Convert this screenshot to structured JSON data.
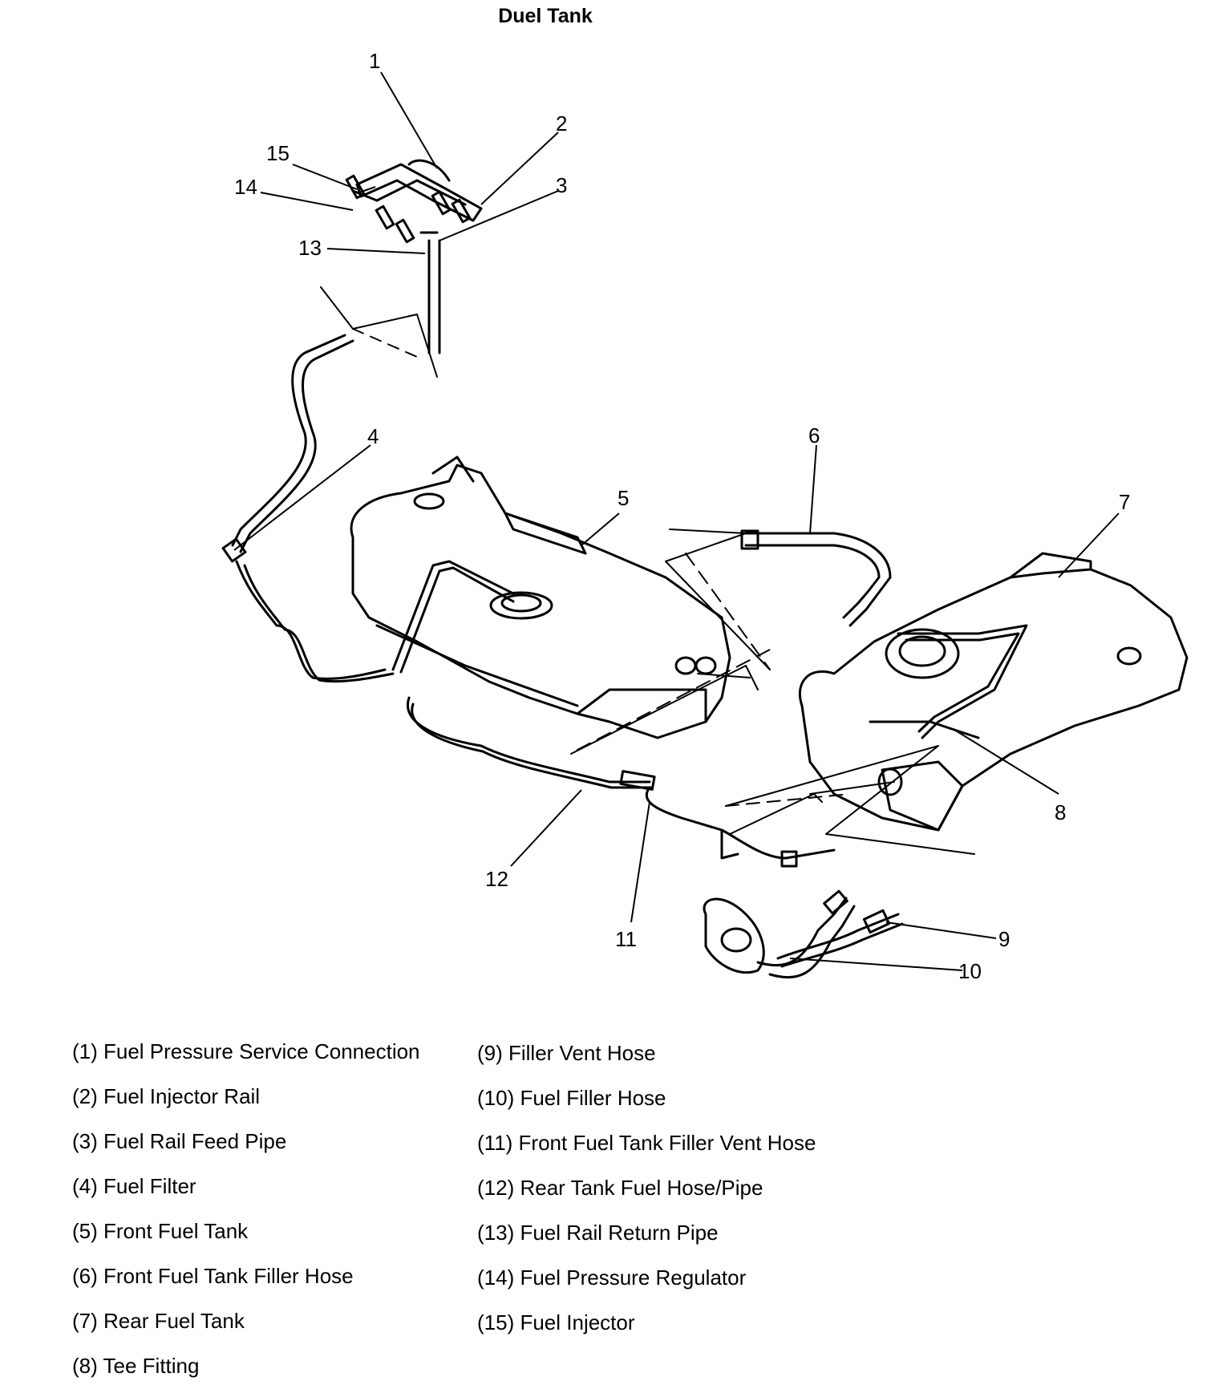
{
  "title": "Duel Tank",
  "callouts": [
    "1",
    "2",
    "3",
    "4",
    "5",
    "6",
    "7",
    "8",
    "9",
    "10",
    "11",
    "12",
    "13",
    "14",
    "15"
  ],
  "legend": {
    "left": [
      "(1) Fuel Pressure Service Connection",
      "(2) Fuel Injector Rail",
      "(3) Fuel Rail Feed Pipe",
      "(4) Fuel Filter",
      "(5) Front Fuel Tank",
      "(6) Front Fuel Tank Filler Hose",
      "(7) Rear Fuel Tank",
      "(8) Tee Fitting"
    ],
    "right": [
      "(9) Filler Vent Hose",
      "(10) Fuel Filler Hose",
      "(11) Front Fuel Tank Filler Vent Hose",
      "(12) Rear Tank Fuel Hose/Pipe",
      "(13) Fuel Rail Return Pipe",
      "(14) Fuel Pressure Regulator",
      "(15) Fuel Injector"
    ]
  }
}
